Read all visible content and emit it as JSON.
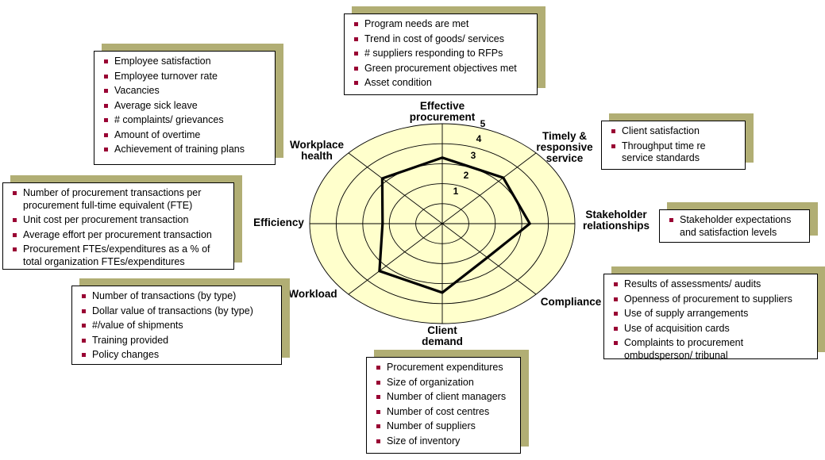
{
  "colors": {
    "chart_fill": "#FFFFCC",
    "shadow": "#B1AE74",
    "bullet": "#990033",
    "line": "#000000"
  },
  "chart_data": {
    "type": "radar",
    "title": "",
    "max": 5,
    "rings": 5,
    "grid": "concentric-ellipses",
    "legend": "none",
    "scale_ticks": [
      "1",
      "2",
      "3",
      "4",
      "5"
    ],
    "axes": [
      {
        "id": "effective-procurement",
        "label": "Effective procurement",
        "value": 3.3
      },
      {
        "id": "timely-responsive-service",
        "label": "Timely & responsive service",
        "value": 3.25
      },
      {
        "id": "stakeholder-relationships",
        "label": "Stakeholder relationships",
        "value": 3.3
      },
      {
        "id": "compliance",
        "label": "Compliance",
        "value": 2.4
      },
      {
        "id": "client-demand",
        "label": "Client demand",
        "value": 3.45
      },
      {
        "id": "workload",
        "label": "Workload",
        "value": 3.35
      },
      {
        "id": "efficiency",
        "label": "Efficiency",
        "value": 2.25
      },
      {
        "id": "workplace-health",
        "label": "Workplace health",
        "value": 3.2
      }
    ]
  },
  "callouts": {
    "effective_procurement": {
      "items": [
        "Program needs are met",
        "Trend in cost of goods/ services",
        "# suppliers responding to RFPs",
        "Green procurement objectives met",
        "Asset condition"
      ]
    },
    "timely_responsive_service": {
      "items": [
        "Client satisfaction",
        "Throughput time re service standards"
      ]
    },
    "stakeholder_relationships": {
      "items": [
        "Stakeholder expectations and satisfaction levels"
      ]
    },
    "compliance": {
      "items": [
        "Results of assessments/ audits",
        "Openness of procurement to suppliers",
        "Use of supply arrangements",
        "Use of acquisition cards",
        "Complaints to procurement ombudsperson/ tribunal"
      ]
    },
    "client_demand": {
      "items": [
        "Procurement expenditures",
        "Size of organization",
        "Number of client managers",
        "Number of cost centres",
        "Number of suppliers",
        "Size of inventory"
      ]
    },
    "workload": {
      "items": [
        "Number of transactions (by type)",
        "Dollar value of transactions (by type)",
        "#/value of shipments",
        "Training provided",
        "Policy changes"
      ]
    },
    "efficiency": {
      "items": [
        "Number of procurement transactions per procurement full-time equivalent (FTE)",
        "Unit cost per procurement transaction",
        "Average effort per procurement transaction",
        "Procurement FTEs/expenditures as a % of total organization FTEs/expenditures"
      ]
    },
    "workplace_health": {
      "items": [
        "Employee satisfaction",
        "Employee turnover rate",
        "Vacancies",
        "Average sick leave",
        "# complaints/ grievances",
        "Amount of overtime",
        "Achievement of training plans"
      ]
    }
  }
}
